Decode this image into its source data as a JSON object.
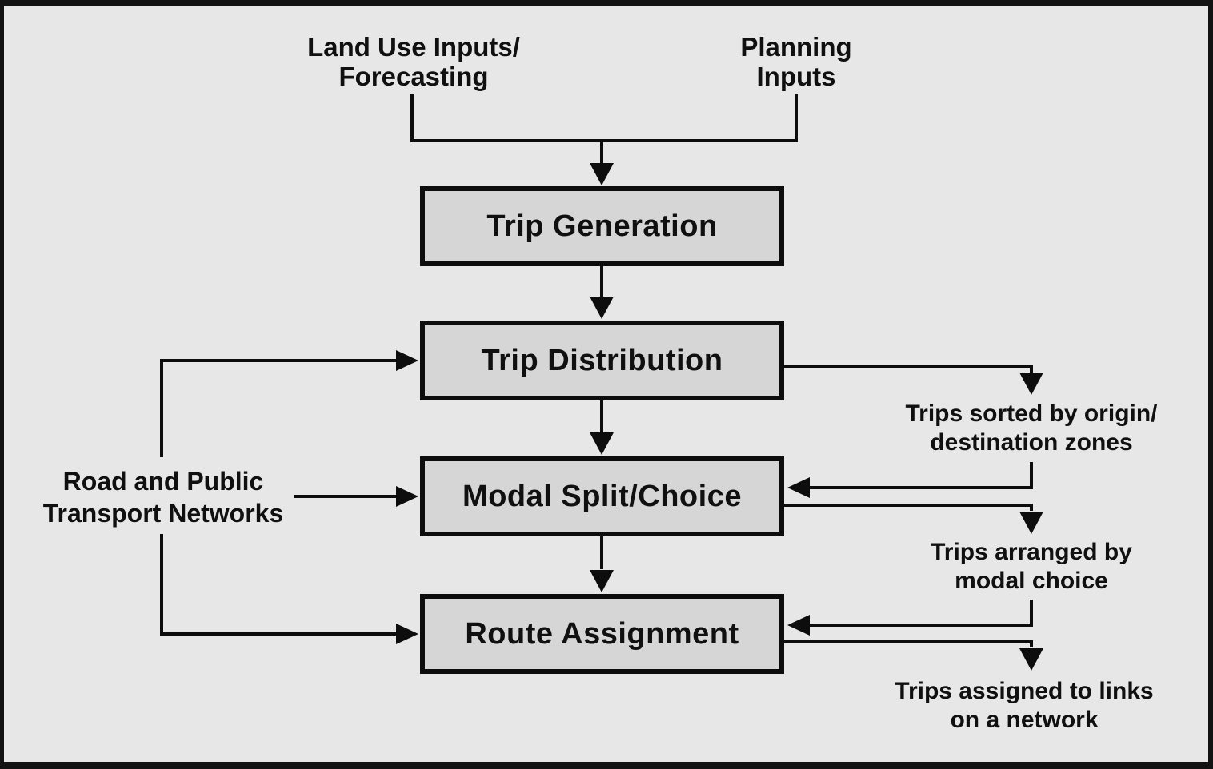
{
  "inputs": {
    "land_use": {
      "line1": "Land Use Inputs/",
      "line2": "Forecasting"
    },
    "planning": {
      "line1": "Planning",
      "line2": "Inputs"
    }
  },
  "side_input": {
    "line1": "Road and Public",
    "line2": "Transport Networks"
  },
  "steps": [
    {
      "label": "Trip Generation"
    },
    {
      "label": "Trip Distribution"
    },
    {
      "label": "Modal Split/Choice"
    },
    {
      "label": "Route Assignment"
    }
  ],
  "outputs": [
    {
      "line1": "Trips sorted by origin/",
      "line2": "destination zones"
    },
    {
      "line1": "Trips arranged by",
      "line2": "modal choice"
    },
    {
      "line1": "Trips assigned to links",
      "line2": "on a network"
    }
  ],
  "colors": {
    "background": "#e7e7e7",
    "box_fill": "#d6d6d6",
    "line": "#0d0d0d",
    "frame": "#131313",
    "text": "#101010"
  }
}
